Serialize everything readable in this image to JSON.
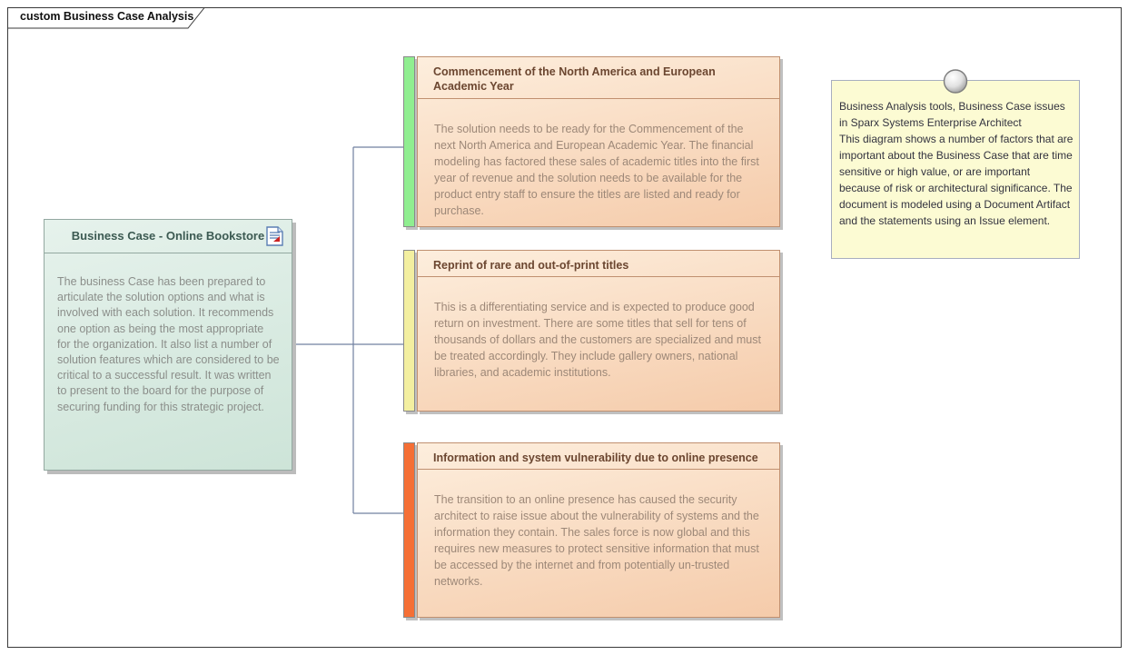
{
  "frame": {
    "label": "custom Business Case Analysis"
  },
  "business_case": {
    "title": "Business Case - Online Bookstore",
    "body": "The business Case has been prepared to articulate the solution options and what is involved with each solution. It recommends one option as being the most appropriate for the organization. It also list a number of solution features which are considered to be critical to a successful result. It was written to present to the board for the purpose of securing funding for this strategic project.",
    "icon": "document-artifact-icon"
  },
  "issues": [
    {
      "title": "Commencement of the North America and European Academic Year",
      "body": "The solution needs to be ready for the Commencement of the next North America and European Academic Year. The financial modeling has factored these sales of academic titles into the first year of revenue and the solution needs to be available for the product entry staff to ensure the titles are listed and ready for purchase.",
      "status_color": "#90ee90"
    },
    {
      "title": "Reprint of rare and out-of-print titles",
      "body": "This is a differentiating service and is expected to produce good return on investment. There are some titles that sell for tens of thousands of dollars and the customers are specialized and must be treated accordingly. They include gallery owners, national libraries, and academic institutions.",
      "status_color": "#f3efa0"
    },
    {
      "title": "Information and system vulnerability due to online presence",
      "body": "The transition to an online presence has caused the security architect to raise issue about the vulnerability of systems and the information they contain. The sales force is now global and this requires new measures to protect sensitive information that must be accessed by the internet and from potentially un-trusted networks.",
      "status_color": "#f56f35"
    }
  ],
  "note": {
    "line1": "Business Analysis tools, Business Case issues in Sparx Systems Enterprise Architect",
    "line2": "This diagram shows a number of factors that are important about the Business Case that are time sensitive or high value, or are important because of risk or architectural significance. The document is modeled using a Document Artifact and the statements using an Issue element.",
    "icon": "sphere-icon"
  },
  "colors": {
    "issue_fill_top": "#fdeedd",
    "issue_fill_bottom": "#f5cbaa",
    "issue_border": "#c09070",
    "issue_header_text": "#6b4630",
    "issue_body_text": "#9d8878",
    "doc_fill_top": "#e6f2ec",
    "doc_fill_bottom": "#cde4d8",
    "doc_border": "#93a8a0",
    "doc_header_text": "#3c5a52",
    "note_fill": "#fcfbd3",
    "note_border": "#a8aebf",
    "connector": "#7080a0"
  }
}
